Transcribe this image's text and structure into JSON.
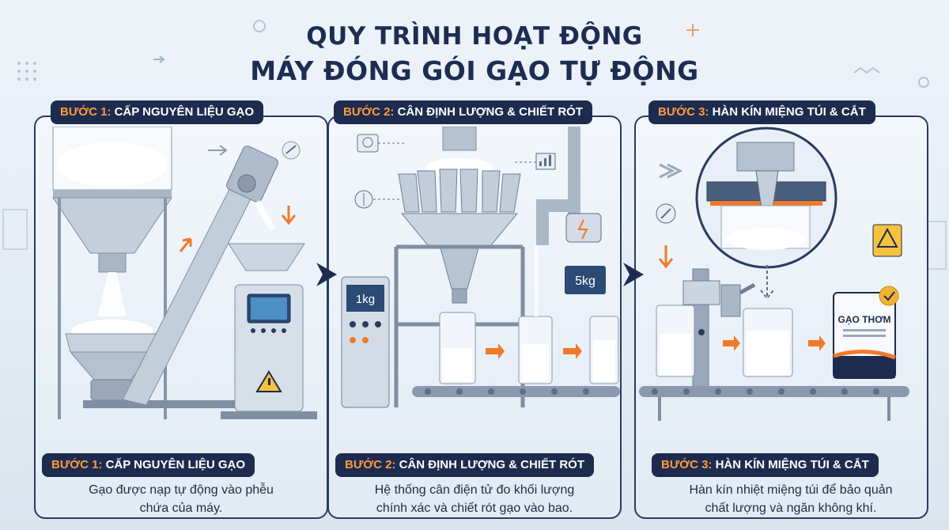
{
  "title": {
    "line1": "QUY TRÌNH HOẠT ĐỘNG",
    "line2": "MÁY ĐÓNG GÓI GẠO TỰ ĐỘNG"
  },
  "steps": [
    {
      "label": "BƯỚC 1:",
      "name": "CẤP NGUYÊN LIỆU GẠO",
      "desc_line1": "Gạo được nạp tự động vào phễu",
      "desc_line2": "chứa của máy."
    },
    {
      "label": "BƯỚC 2:",
      "name": "CÂN ĐỊNH LƯỢNG & CHIẾT RÓT",
      "desc_line1": "Hệ thống cân điện tử đo khối lượng",
      "desc_line2": "chính xác và chiết rót gạo vào bao."
    },
    {
      "label": "BƯỚC 3:",
      "name": "HÀN KÍN MIỆNG TÚI & CẮT",
      "desc_line1": "Hàn kín nhiệt miệng túi để bảo quản",
      "desc_line2": "chất lượng và ngăn không khí."
    }
  ],
  "machine_labels": {
    "scale_1kg": "1kg",
    "scale_5kg": "5kg",
    "product_bag": "GẠO THƠM"
  },
  "colors": {
    "navy": "#1d2b4f",
    "accent_orange": "#ff9b3d",
    "steel": "#b8c4d2",
    "rice": "#ffffff"
  }
}
